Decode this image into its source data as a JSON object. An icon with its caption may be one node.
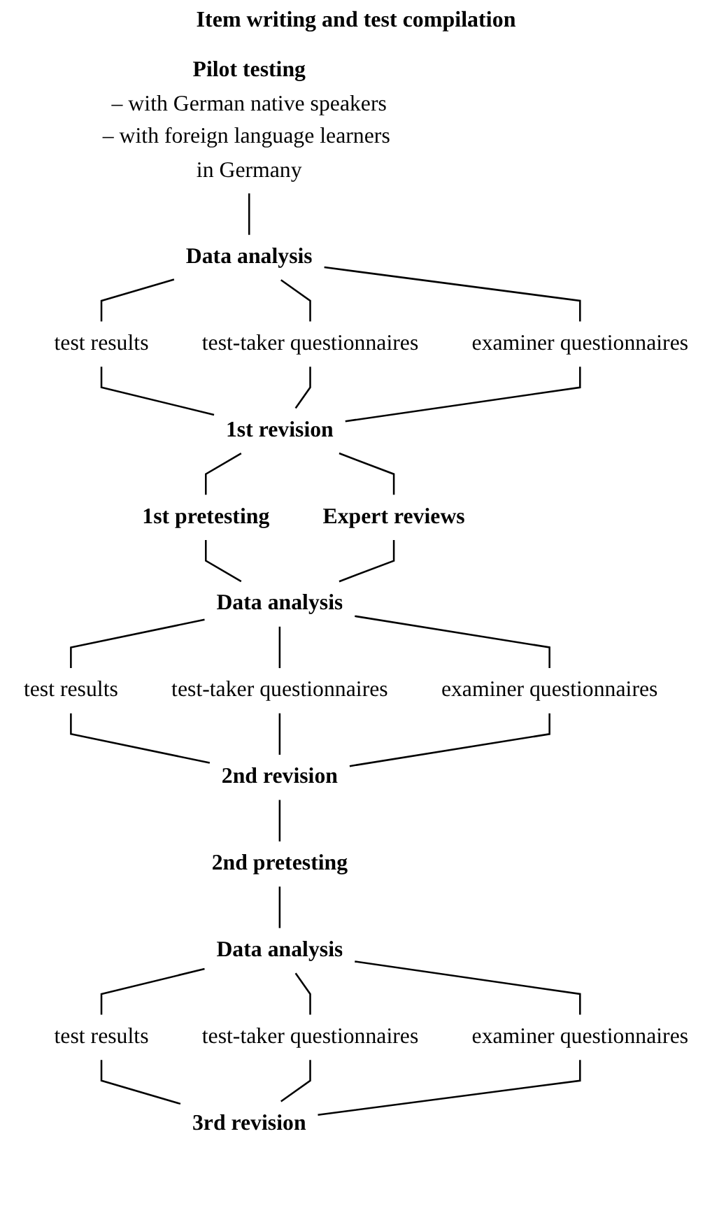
{
  "diagram": {
    "title": "Item writing and test compilation",
    "nodes": [
      {
        "text": [
          "Pilot testing",
          "– with German native speakers",
          "– with foreign language learners in Germany"
        ]
      },
      {
        "text": [
          "Data analysis"
        ]
      },
      {
        "text": [
          "test results"
        ]
      },
      {
        "text": [
          "test-taker questionnaires"
        ]
      },
      {
        "text": [
          "examiner questionnaires"
        ]
      },
      {
        "text": [
          "1st revision"
        ]
      },
      {
        "text": [
          "1st pretesting"
        ]
      },
      {
        "text": [
          "Expert reviews"
        ]
      },
      {
        "text": [
          "Data analysis"
        ]
      },
      {
        "text": [
          "test results"
        ]
      },
      {
        "text": [
          "test-taker questionnaires"
        ]
      },
      {
        "text": [
          "examiner questionnaires"
        ]
      },
      {
        "text": [
          "2nd revision"
        ]
      },
      {
        "text": [
          "2nd pretesting"
        ]
      },
      {
        "text": [
          "Data analysis"
        ]
      },
      {
        "text": [
          "test results"
        ]
      },
      {
        "text": [
          "test-taker questionnaires"
        ]
      },
      {
        "text": [
          "examiner questionnaires"
        ]
      },
      {
        "text": [
          "3rd revision"
        ]
      }
    ],
    "edges": [
      {
        "from": 0,
        "to": 1,
        "arrow": "none"
      },
      {
        "from": 1,
        "to": 2,
        "arrow": "none"
      },
      {
        "from": 1,
        "to": 3,
        "arrow": "none"
      },
      {
        "from": 1,
        "to": 4,
        "arrow": "none"
      },
      {
        "from": 2,
        "to": 5,
        "arrow": "none"
      },
      {
        "from": 3,
        "to": 5,
        "arrow": "none"
      },
      {
        "from": 4,
        "to": 5,
        "arrow": "none"
      },
      {
        "from": 5,
        "to": 6,
        "arrow": "none"
      },
      {
        "from": 5,
        "to": 7,
        "arrow": "none"
      },
      {
        "from": 6,
        "to": 8,
        "arrow": "none"
      },
      {
        "from": 7,
        "to": 8,
        "arrow": "none"
      },
      {
        "from": 8,
        "to": 9,
        "arrow": "none"
      },
      {
        "from": 8,
        "to": 10,
        "arrow": "none"
      },
      {
        "from": 8,
        "to": 11,
        "arrow": "none"
      },
      {
        "from": 9,
        "to": 12,
        "arrow": "none"
      },
      {
        "from": 10,
        "to": 12,
        "arrow": "none"
      },
      {
        "from": 11,
        "to": 12,
        "arrow": "none"
      },
      {
        "from": 12,
        "to": 13,
        "arrow": "none"
      },
      {
        "from": 13,
        "to": 14,
        "arrow": "none"
      },
      {
        "from": 14,
        "to": 15,
        "arrow": "none"
      },
      {
        "from": 14,
        "to": 16,
        "arrow": "none"
      },
      {
        "from": 14,
        "to": 17,
        "arrow": "none"
      },
      {
        "from": 15,
        "to": 18,
        "arrow": "none"
      },
      {
        "from": 16,
        "to": 18,
        "arrow": "none"
      },
      {
        "from": 17,
        "to": 18,
        "arrow": "none"
      }
    ]
  }
}
